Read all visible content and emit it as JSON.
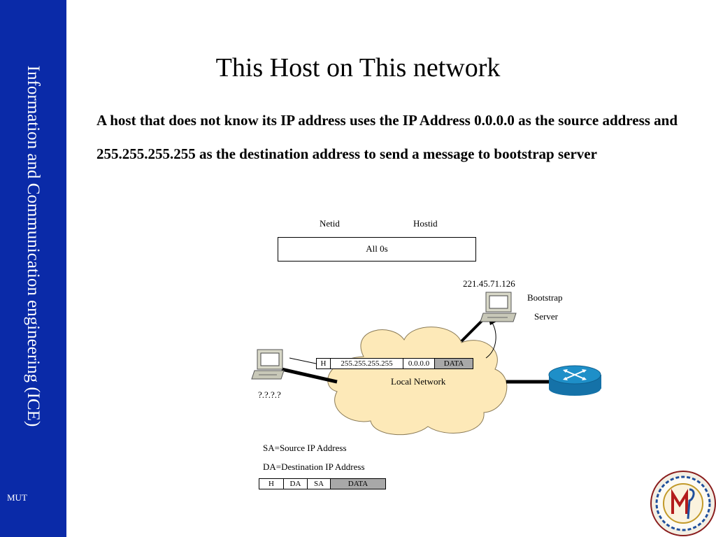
{
  "sidebar": {
    "title": "Information and Communication engineering (ICE)",
    "footer": "MUT",
    "color": "#0a2aa8"
  },
  "slide": {
    "title": "This Host on This network",
    "body": "A host that does not know its IP address uses the IP Address 0.0.0.0 as the source address and 255.255.255.255 as the destination address to send a message to bootstrap server"
  },
  "address_box": {
    "netid_label": "Netid",
    "hostid_label": "Hostid",
    "content": "All 0s"
  },
  "diagram": {
    "server_ip": "221.45.71.126",
    "server_label_line1": "Bootstrap",
    "server_label_line2": "Server",
    "host_ip": "?.?.?.?",
    "network_label": "Local Network",
    "cloud_color": "#fde9b8",
    "router_color": "#1e8fc8",
    "packet": [
      "H",
      "255.255.255.255",
      "0.0.0.0",
      "DATA"
    ]
  },
  "legend": {
    "sa": "SA=Source IP Address",
    "da": "DA=Destination IP Address",
    "frame": [
      "H",
      "DA",
      "SA",
      "DATA"
    ]
  },
  "logo": {
    "name": "university-seal"
  }
}
